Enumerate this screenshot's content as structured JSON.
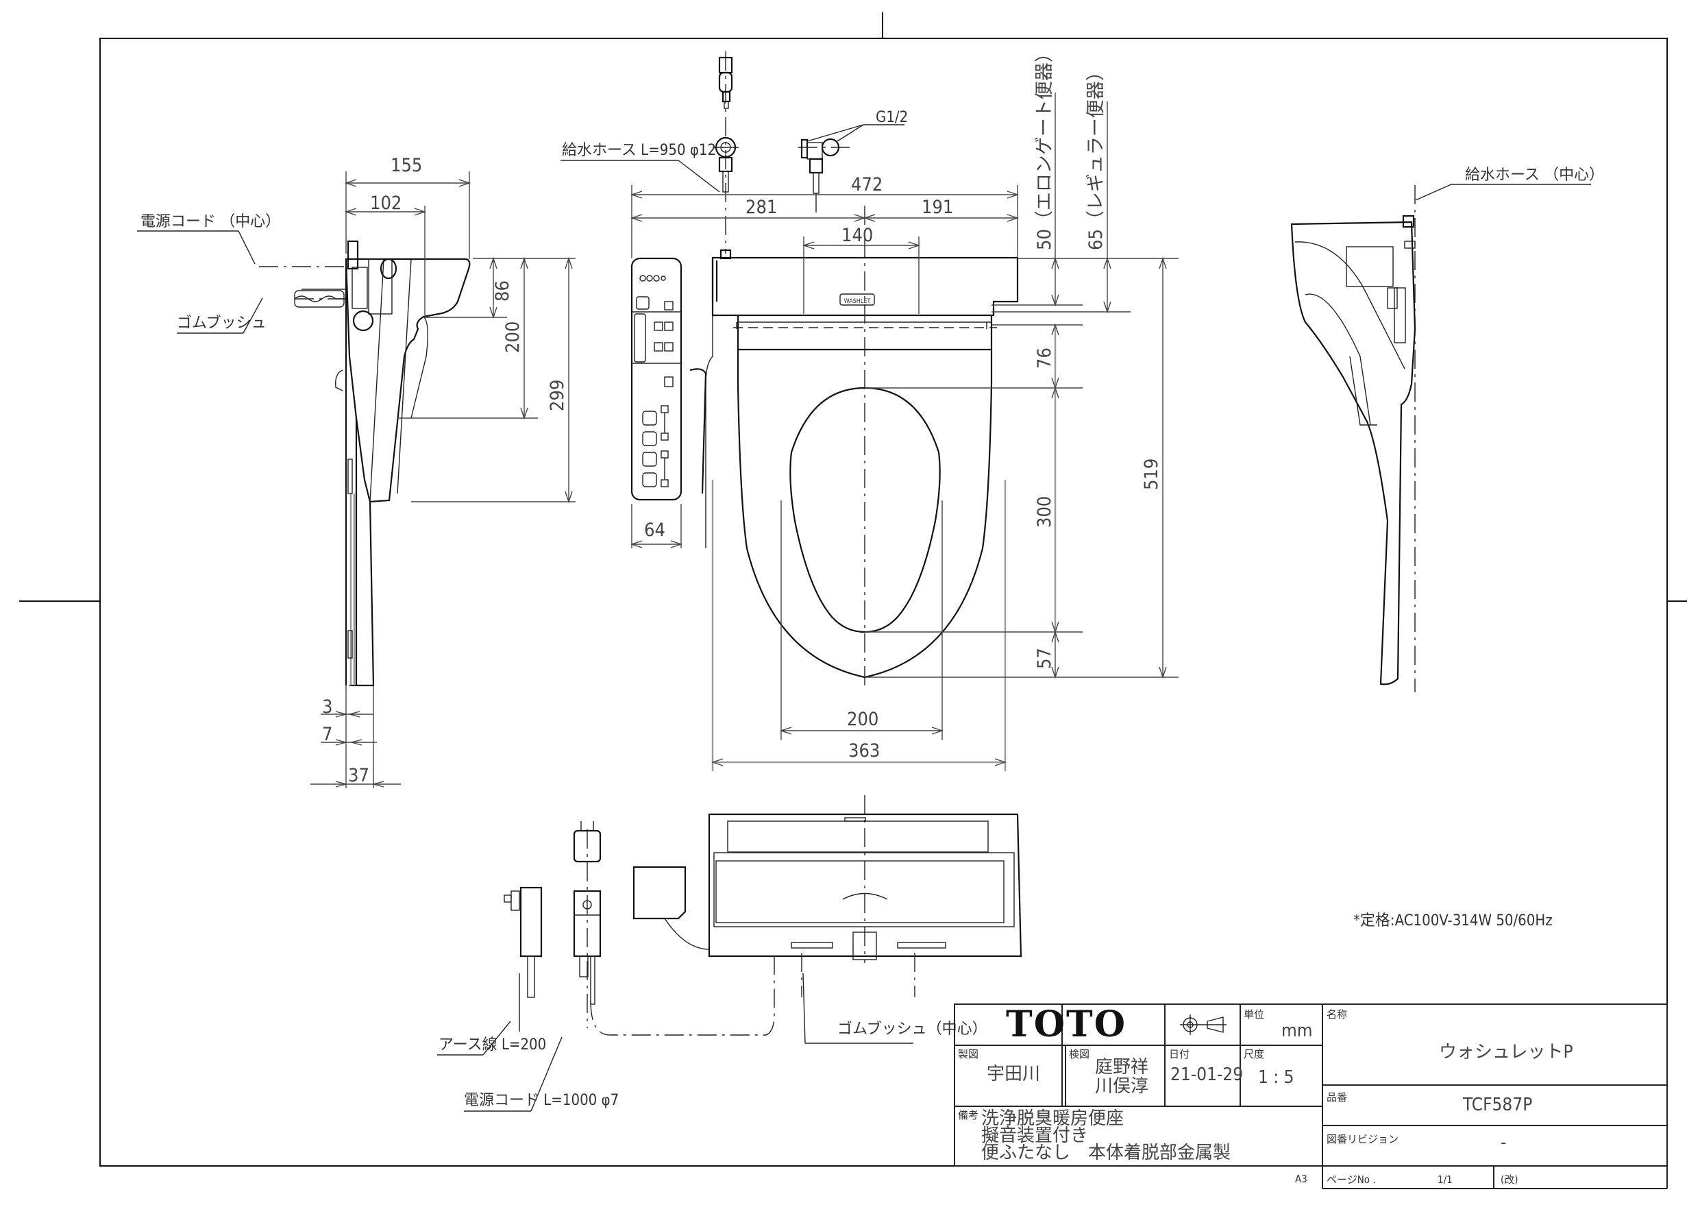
{
  "drawing": {
    "type": "product dimension drawing",
    "sheet_size": "A3",
    "units": "mm",
    "scale": "1 : 5"
  },
  "title_block": {
    "brand": "TOTO",
    "projection_symbol": "third-angle-projection-icon",
    "unit_label": "単位",
    "unit_value": "mm",
    "name_label": "名称",
    "name_value": "ウォシュレットP",
    "drawn_label": "製図",
    "drawn_value": "宇田川",
    "checked_label": "検図",
    "checked_value_1": "庭野祥",
    "checked_value_2": "川俣淳",
    "date_label": "日付",
    "date_value": "21-01-29",
    "scale_label": "尺度",
    "scale_value": "1 : 5",
    "part_no_label": "品番",
    "part_no_value": "TCF587P",
    "remarks_label": "備考",
    "remarks": [
      "洗浄脱臭暖房便座",
      "擬音装置付き",
      "便ふたなし　本体着脱部金属製"
    ],
    "revision_label": "図番リビジョン",
    "revision_value": "-",
    "page_label": "ページNo .",
    "page_value": "1/1",
    "rev_mark": "(改)",
    "sheet_size": "A3"
  },
  "notes": {
    "rating": "*定格:AC100V-314W 50/60Hz"
  },
  "labels": {
    "power_cord_center": "電源コード （中心）",
    "rubber_bush": "ゴムブッシュ",
    "supply_hose": "給水ホース L=950 φ12",
    "thread": "G1/2",
    "elongated": "50（エロンゲート便器）",
    "regular": "65（レギュラー便器）",
    "supply_hose_center": "給水ホース （中心）",
    "earth_wire": "アース線 L=200",
    "power_cord": "電源コード L=1000 φ7",
    "rubber_bush_center": "ゴムブッシュ（中心）",
    "nameplate": "WASHLET"
  },
  "dimensions": {
    "side_left": {
      "d155": "155",
      "d102": "102",
      "d86": "86",
      "d200": "200",
      "d299": "299",
      "d3": "3",
      "d7": "7",
      "d37": "37"
    },
    "top": {
      "d472": "472",
      "d281": "281",
      "d191": "191",
      "d140": "140",
      "d64": "64",
      "d76": "76",
      "d300": "300",
      "d57": "57",
      "d519": "519",
      "d200": "200",
      "d363": "363"
    }
  }
}
